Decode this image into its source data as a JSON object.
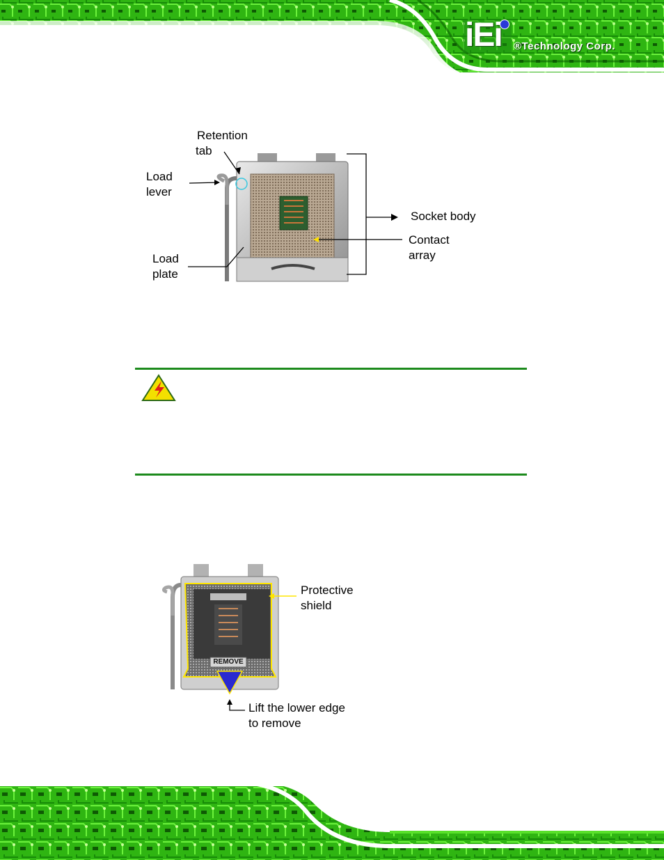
{
  "header": {
    "brand_logo_text": "iEi",
    "brand_company": "®Technology Corp."
  },
  "figure1": {
    "label_retention": [
      "Retention",
      "tab"
    ],
    "label_load_lever": [
      "Load",
      "lever"
    ],
    "label_socket_body": "Socket body",
    "label_contact_array": [
      "Contact",
      "array"
    ],
    "label_load_plate": [
      "Load",
      "plate"
    ]
  },
  "warning": {
    "icon": "warning-lightning-icon",
    "accent_color": "#1c8a1c"
  },
  "figure2": {
    "label_protective": [
      "Protective",
      "shield"
    ],
    "remove_text": "REMOVE",
    "label_lift": [
      "Lift the lower edge",
      "to remove"
    ]
  },
  "colors": {
    "pcb_green": "#3fd11a",
    "highlight_yellow": "#ffee00",
    "arrow_blue": "#2a2ad0"
  }
}
